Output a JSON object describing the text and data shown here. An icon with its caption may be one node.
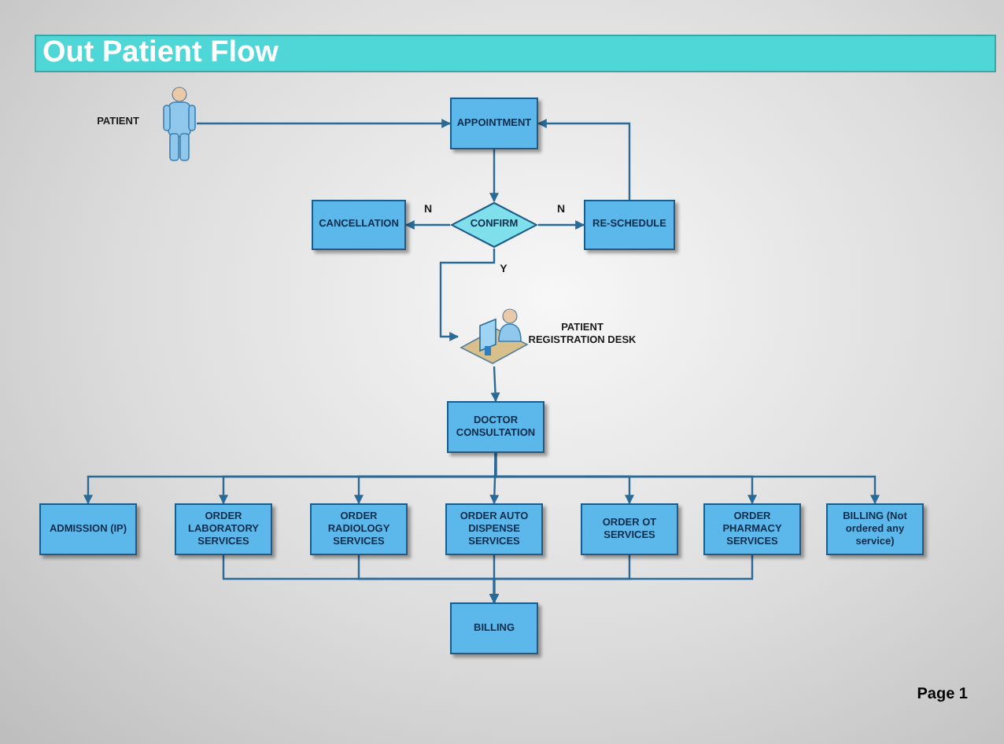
{
  "diagram": {
    "title": "Out Patient Flow",
    "nodes": [
      {
        "text": [],
        "shape": "person",
        "beside": [
          "PATIENT"
        ]
      },
      {
        "text": [
          "APPOINTMENT"
        ]
      },
      {
        "text": [
          "CONFIRM"
        ]
      },
      {
        "text": [
          "CANCELLATION"
        ]
      },
      {
        "text": [
          "RE-SCHEDULE"
        ]
      },
      {
        "text": [],
        "shape": "picture",
        "beside": [
          "PATIENT REGISTRATION DESK"
        ]
      },
      {
        "text": [
          "DOCTOR CONSULTATION"
        ]
      },
      {
        "text": [
          "ADMISSION (IP)"
        ]
      },
      {
        "text": [
          "ORDER LABORATORY SERVICES"
        ]
      },
      {
        "text": [
          "ORDER RADIOLOGY SERVICES"
        ]
      },
      {
        "text": [
          "ORDER AUTO DISPENSE SERVICES"
        ]
      },
      {
        "text": [
          "ORDER OT SERVICES"
        ]
      },
      {
        "text": [
          "ORDER PHARMACY SERVICES"
        ]
      },
      {
        "text": [
          "BILLING (Not ordered any service)"
        ]
      },
      {
        "text": [
          "BILLING"
        ]
      }
    ],
    "edges": [
      {
        "from": 0,
        "to": 1,
        "arrow": "to"
      },
      {
        "from": 1,
        "to": 2,
        "arrow": "to"
      },
      {
        "from": 2,
        "to": 3,
        "arrow": "to",
        "label": "N"
      },
      {
        "from": 2,
        "to": 4,
        "arrow": "to",
        "label": "N"
      },
      {
        "from": 4,
        "to": 1,
        "arrow": "to"
      },
      {
        "from": 2,
        "to": 5,
        "arrow": "to",
        "label": "Y"
      },
      {
        "from": 5,
        "to": 6,
        "arrow": "to"
      },
      {
        "from": 6,
        "to": 7,
        "arrow": "to"
      },
      {
        "from": 6,
        "to": 8,
        "arrow": "to"
      },
      {
        "from": 6,
        "to": 9,
        "arrow": "to"
      },
      {
        "from": 6,
        "to": 10,
        "arrow": "to"
      },
      {
        "from": 6,
        "to": 11,
        "arrow": "to"
      },
      {
        "from": 6,
        "to": 12,
        "arrow": "to"
      },
      {
        "from": 6,
        "to": 13,
        "arrow": "to"
      },
      {
        "from": 8,
        "to": 14,
        "arrow": "to"
      },
      {
        "from": 9,
        "to": 14,
        "arrow": "to"
      },
      {
        "from": 10,
        "to": 14,
        "arrow": "to"
      },
      {
        "from": 11,
        "to": 14,
        "arrow": "to"
      },
      {
        "from": 12,
        "to": 14,
        "arrow": "to"
      }
    ],
    "labels": [
      "Page 1"
    ]
  }
}
